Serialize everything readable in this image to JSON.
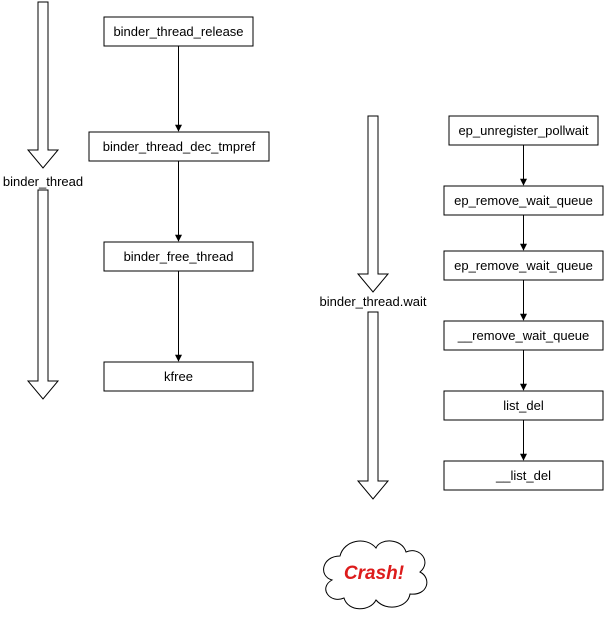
{
  "left_flow": {
    "label": "binder_thread",
    "steps": [
      "binder_thread_release",
      "binder_thread_dec_tmpref",
      "binder_free_thread",
      "kfree"
    ]
  },
  "right_flow": {
    "label": "binder_thread.wait",
    "steps": [
      "ep_unregister_pollwait",
      "ep_remove_wait_queue",
      "ep_remove_wait_queue",
      "__remove_wait_queue",
      "list_del",
      "__list_del"
    ]
  },
  "crash": {
    "text": "Crash!",
    "text_color": "#dd1c1c"
  }
}
